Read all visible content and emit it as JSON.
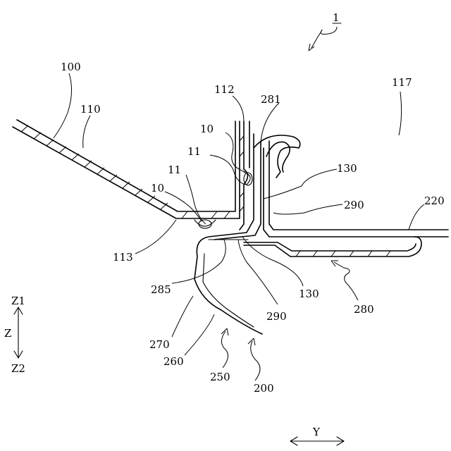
{
  "labels": {
    "assembly": "1",
    "panel_outer": "100",
    "panel_skin": "110",
    "flange_upper": "112",
    "flange_lower": "113",
    "space_label": "117",
    "seal_member_a": "130",
    "seal_member_b": "130",
    "bead_upper": "10",
    "bead_lower": "10",
    "bead_recess_upper": "11",
    "bead_recess_lower": "11",
    "lower_part": "200",
    "strip": "220",
    "lip_assembly": "250",
    "lip_inner": "260",
    "lip_outer": "270",
    "channel": "280",
    "hook": "281",
    "corner": "285",
    "adhesive_a": "290",
    "adhesive_b": "290"
  },
  "axes": {
    "z_top": "Z1",
    "z_mid": "Z",
    "z_bottom": "Z2",
    "y": "Y"
  }
}
